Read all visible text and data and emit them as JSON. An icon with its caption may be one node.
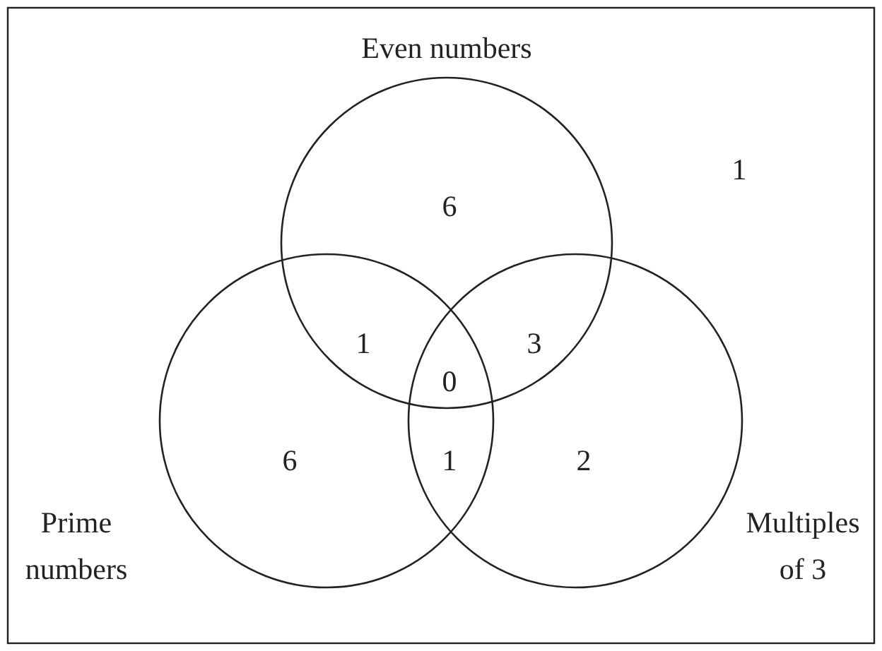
{
  "diagram": {
    "nodes": [
      {
        "text": [
          "Even numbers"
        ]
      },
      {
        "text": [
          "Prime numbers"
        ]
      },
      {
        "text": [
          "Multiples of 3"
        ]
      }
    ],
    "labels": [
      "1",
      "6",
      "1",
      "3",
      "0",
      "6",
      "1",
      "2"
    ]
  }
}
